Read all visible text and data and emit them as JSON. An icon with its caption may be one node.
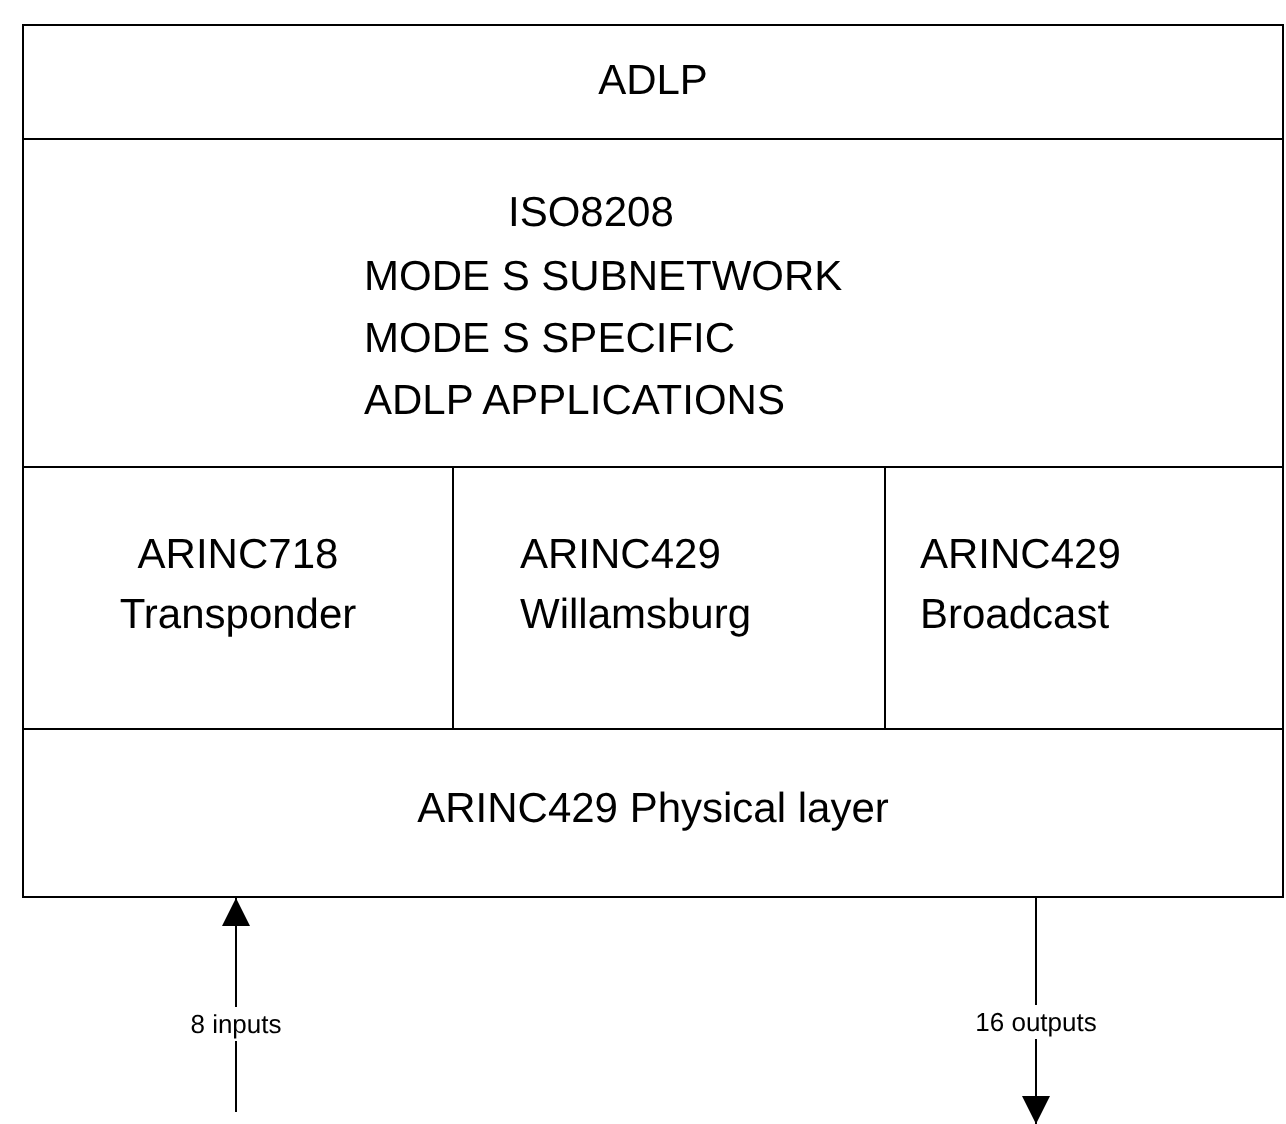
{
  "diagram": {
    "nodes": [
      {
        "text": [
          "ADLP"
        ]
      },
      {
        "text": [
          "ISO8208",
          "MODE S SUBNETWORK",
          "MODE S SPECIFIC",
          "ADLP APPLICATIONS"
        ]
      },
      {
        "text": [
          "ARINC718 Transponder"
        ]
      },
      {
        "text": [
          "ARINC429 Willamsburg"
        ]
      },
      {
        "text": [
          "ARINC429 Broadcast"
        ]
      },
      {
        "text": [
          "ARINC429 Physical layer"
        ]
      }
    ],
    "edges": [
      {
        "from": null,
        "to": 5,
        "arrow": "to",
        "label": "8 inputs"
      },
      {
        "from": 5,
        "to": null,
        "arrow": "to",
        "label": "16 outputs"
      }
    ]
  }
}
